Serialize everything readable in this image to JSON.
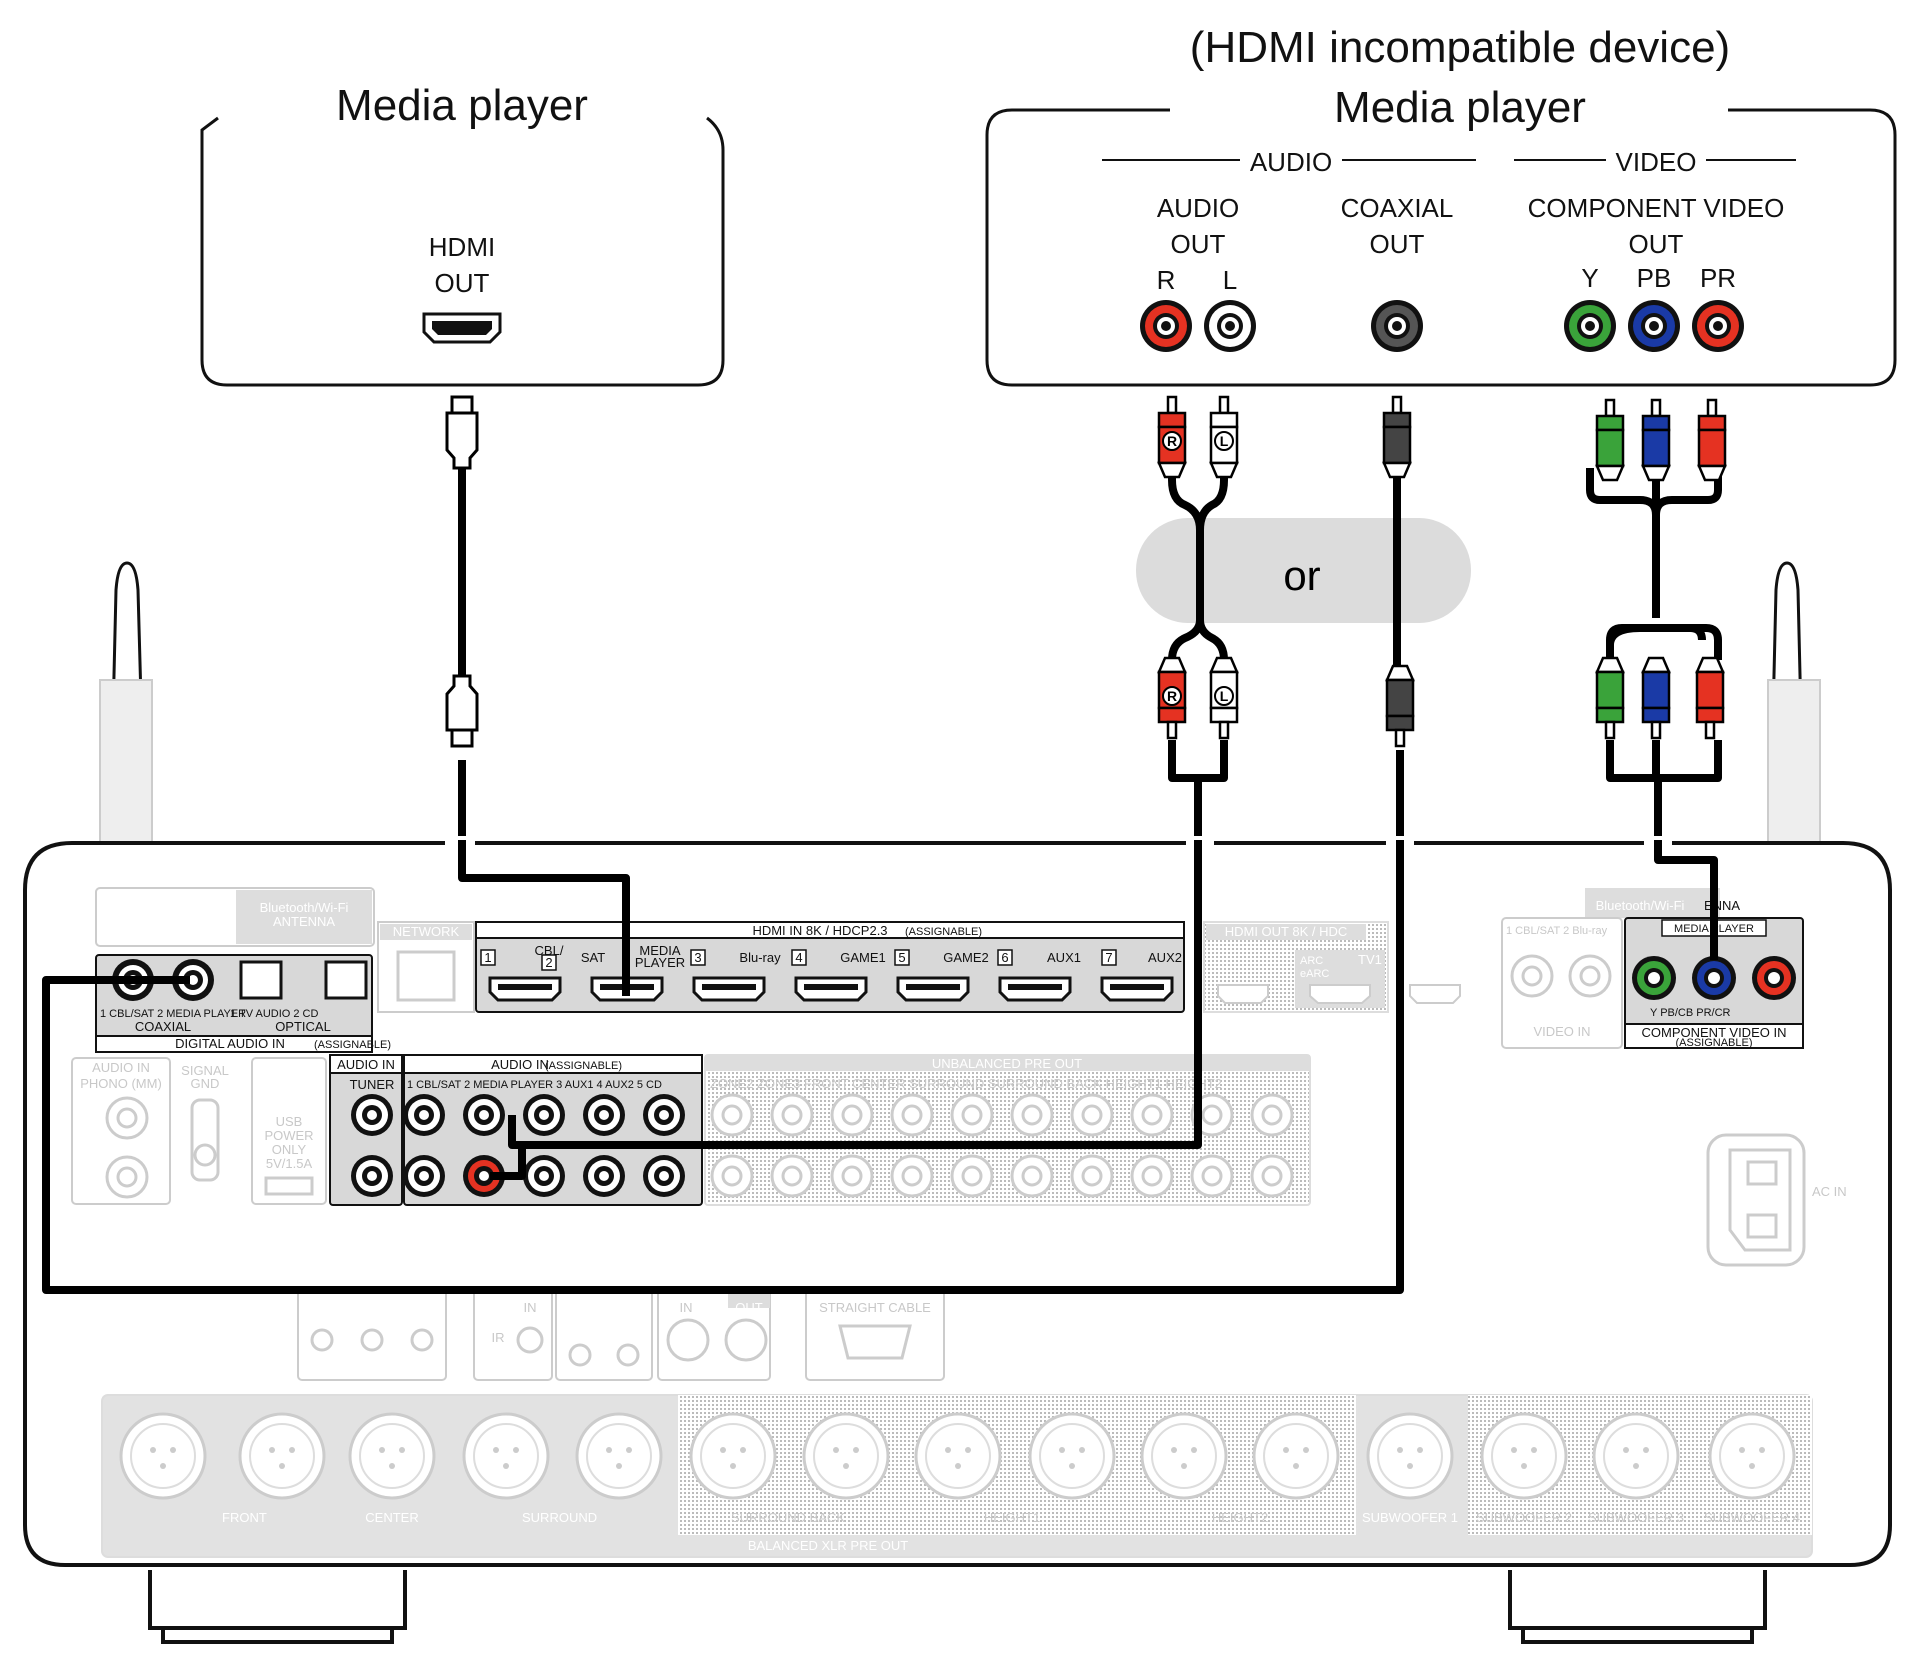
{
  "left_device": {
    "title": "Media player",
    "port_label_1": "HDMI",
    "port_label_2": "OUT"
  },
  "right_device": {
    "subtitle": "(HDMI incompatible device)",
    "title": "Media player",
    "group_audio": "AUDIO",
    "group_video": "VIDEO",
    "audio_out_1": "AUDIO",
    "audio_out_2": "OUT",
    "ch_r": "R",
    "ch_l": "L",
    "coax_1": "COAXIAL",
    "coax_2": "OUT",
    "comp_1": "COMPONENT VIDEO",
    "comp_2": "OUT",
    "y": "Y",
    "pb": "PB",
    "pr": "PR"
  },
  "or_label": "or",
  "plug_r": "R",
  "plug_l": "L",
  "receiver": {
    "bt_antenna": "Bluetooth/Wi-Fi",
    "antenna": "ANTENNA",
    "bt_antenna_right": "Bluetooth/Wi-Fi",
    "antenna_right_partial": "ENNA",
    "network": "NETWORK",
    "hdmi_in": "HDMI IN   8K / HDCP2.3",
    "assignable": "(ASSIGNABLE)",
    "hdmi_inputs": [
      "1",
      "CBL/",
      "SAT",
      "2",
      "MEDIA",
      "PLAYER",
      "3",
      "Blu-ray",
      "4",
      "GAME1",
      "5",
      "GAME2",
      "6",
      "AUX1",
      "7",
      "AUX2"
    ],
    "hdmi_out": "HDMI OUT   8K / HDC",
    "arc": "ARC",
    "earc": "eARC",
    "tv1": "TV1",
    "coaxial_in": "1 CBL/SAT  2 MEDIA PLAYER",
    "optical_in": "1 TV AUDIO    2 CD",
    "coaxial": "COAXIAL",
    "optical": "OPTICAL",
    "digital_audio_in": "DIGITAL AUDIO IN",
    "audio_in_phono": "AUDIO IN",
    "phono": "PHONO (MM)",
    "signal_gnd": "SIGNAL",
    "gnd": "GND",
    "usb_1": "USB",
    "usb_2": "POWER",
    "usb_3": "ONLY",
    "usb_4": "5V/1.5A",
    "audio_in_tuner": "AUDIO IN",
    "tuner": "TUNER",
    "audio_in_assign": "AUDIO IN",
    "audio_inputs": "1 CBL/SAT  2 MEDIA PLAYER   3 AUX1    4 AUX2     5 CD",
    "unbalanced": "UNBALANCED PRE  OUT",
    "pre_outs": "ZONE2  ZONE3  FRONT  CENTER  SURROUND SURROUND BACK HEIGHT1  HEIGHT2",
    "video_in_top": "1 CBL/SAT  2 Blu-ray",
    "video_in": "VIDEO IN",
    "comp_in_top": "MEDIA PLAYER",
    "comp_in_labels": "Y        PB/CB     PR/CR",
    "component_video_in": "COMPONENT VIDEO IN",
    "ac_in": "AC IN",
    "straight_cable": "STRAIGHT CABLE",
    "xlr_front": "FRONT",
    "xlr_center": "CENTER",
    "xlr_surround": "SURROUND",
    "xlr_sb": "SURROUND BACK",
    "xlr_h1": "HEIGHT1",
    "xlr_h2": "HEIGHT2",
    "xlr_sw1": "SUBWOOFER 1",
    "xlr_sw2": "SUBWOOFER 2",
    "xlr_sw3": "SUBWOOFER 3",
    "xlr_sw4": "SUBWOOFER 4",
    "balanced": "BALANCED XLR PRE OUT",
    "trigger_in": "IN",
    "trigger_out": "OUT",
    "ir": "IR"
  },
  "colors": {
    "red": "#e53222",
    "white": "#ffffff",
    "green": "#3aa33a",
    "blue": "#1a3aa6",
    "cable": "#000000",
    "ghost": "#c8c8c8"
  }
}
